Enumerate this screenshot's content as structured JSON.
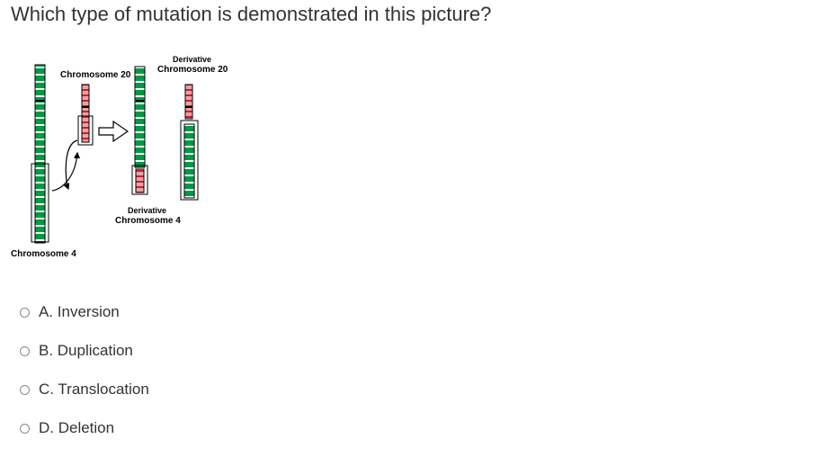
{
  "question": "Which type of mutation is demonstrated in this picture?",
  "figure": {
    "label_chr20": "Chromosome 20",
    "label_chr4": "Chromosome 4",
    "label_der20_line1": "Derivative",
    "label_der20_line2": "Chromosome 20",
    "label_der4_line1": "Derivative",
    "label_der4_line2": "Chromosome 4",
    "colors": {
      "chr4": "#009944",
      "chr20": "#e8a3a3",
      "band_dark": "#cc1f2f"
    }
  },
  "options": [
    {
      "label": "A. Inversion"
    },
    {
      "label": "B. Duplication"
    },
    {
      "label": "C. Translocation"
    },
    {
      "label": "D. Deletion"
    }
  ]
}
